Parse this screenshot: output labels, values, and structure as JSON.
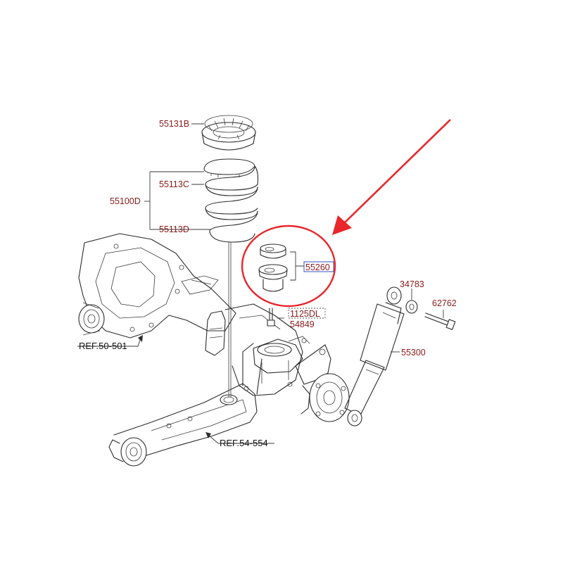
{
  "labels": {
    "spring_seat": "55131B",
    "spring_upper": "55113C",
    "spring_assy": "55100D",
    "spring_lower": "55113D",
    "bump_stop": "55260",
    "bolt_code": "1125DL",
    "bolt": "54849",
    "washer": "34783",
    "shock_bolt": "62762",
    "shock_absorber": "55300",
    "ref_axle": "REF.50-501",
    "ref_arm": "REF.54-554"
  },
  "colors": {
    "part_number": "#8b1a1a",
    "highlight": "#e8262b",
    "selected_box": "#1f3fbf",
    "line_art": "#2b2b2b"
  }
}
